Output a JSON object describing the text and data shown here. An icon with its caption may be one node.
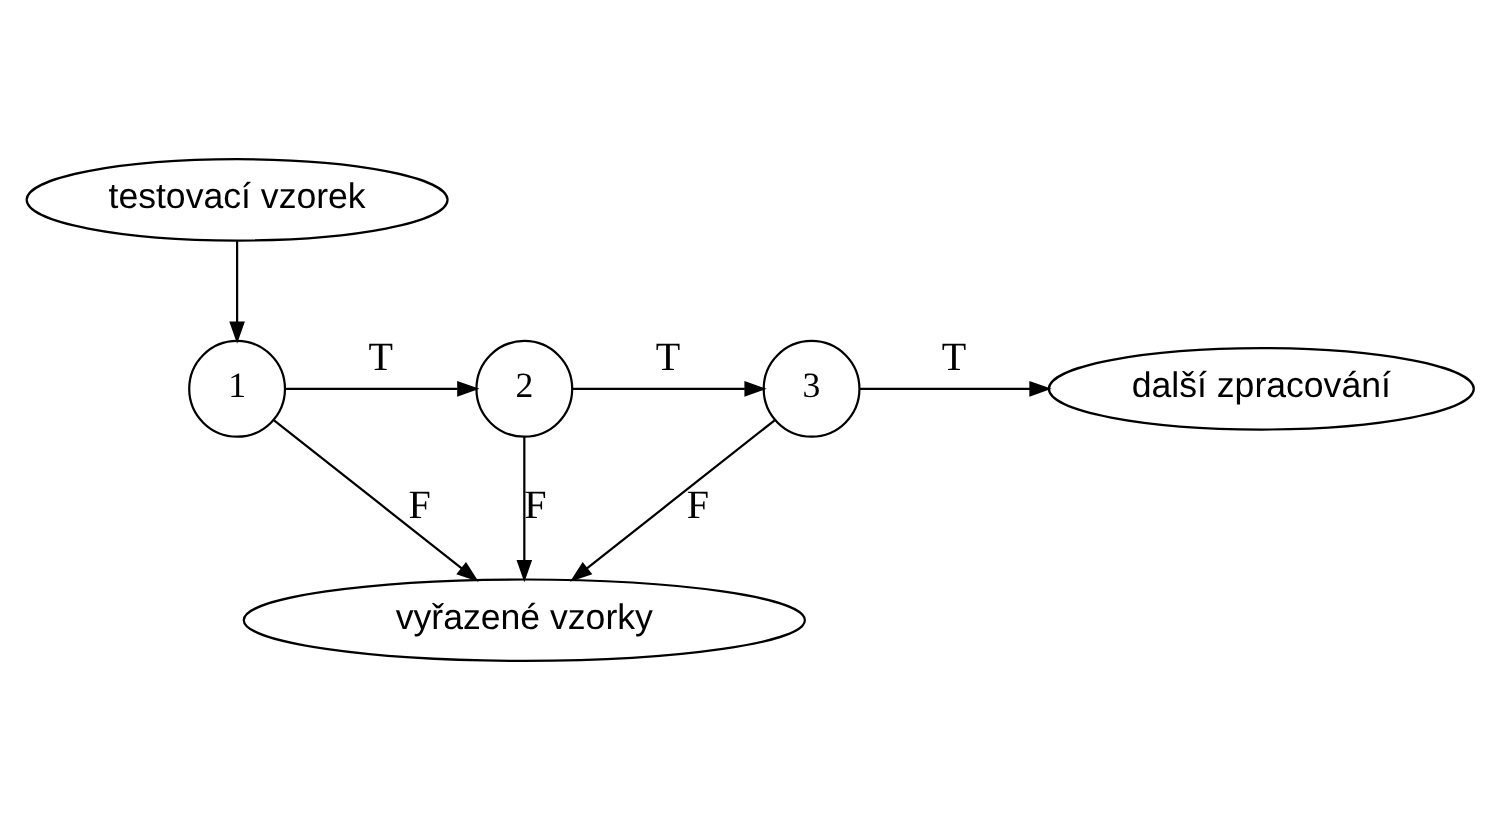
{
  "diagram": {
    "nodes": [
      {
        "text": [
          "testovací vzorek"
        ]
      },
      {
        "text": [
          "1"
        ]
      },
      {
        "text": [
          "2"
        ]
      },
      {
        "text": [
          "3"
        ]
      },
      {
        "text": [
          "další zpracování"
        ]
      },
      {
        "text": [
          "vyřazené vzorky"
        ]
      }
    ],
    "edges": [
      {
        "from": 0,
        "to": 1,
        "arrow": "to"
      },
      {
        "from": 1,
        "to": 2,
        "arrow": "to",
        "label": "T"
      },
      {
        "from": 2,
        "to": 3,
        "arrow": "to",
        "label": "T"
      },
      {
        "from": 3,
        "to": 4,
        "arrow": "to",
        "label": "T"
      },
      {
        "from": 1,
        "to": 5,
        "arrow": "to",
        "label": "F"
      },
      {
        "from": 2,
        "to": 5,
        "arrow": "to",
        "label": "F"
      },
      {
        "from": 3,
        "to": 5,
        "arrow": "to",
        "label": "F"
      }
    ]
  }
}
